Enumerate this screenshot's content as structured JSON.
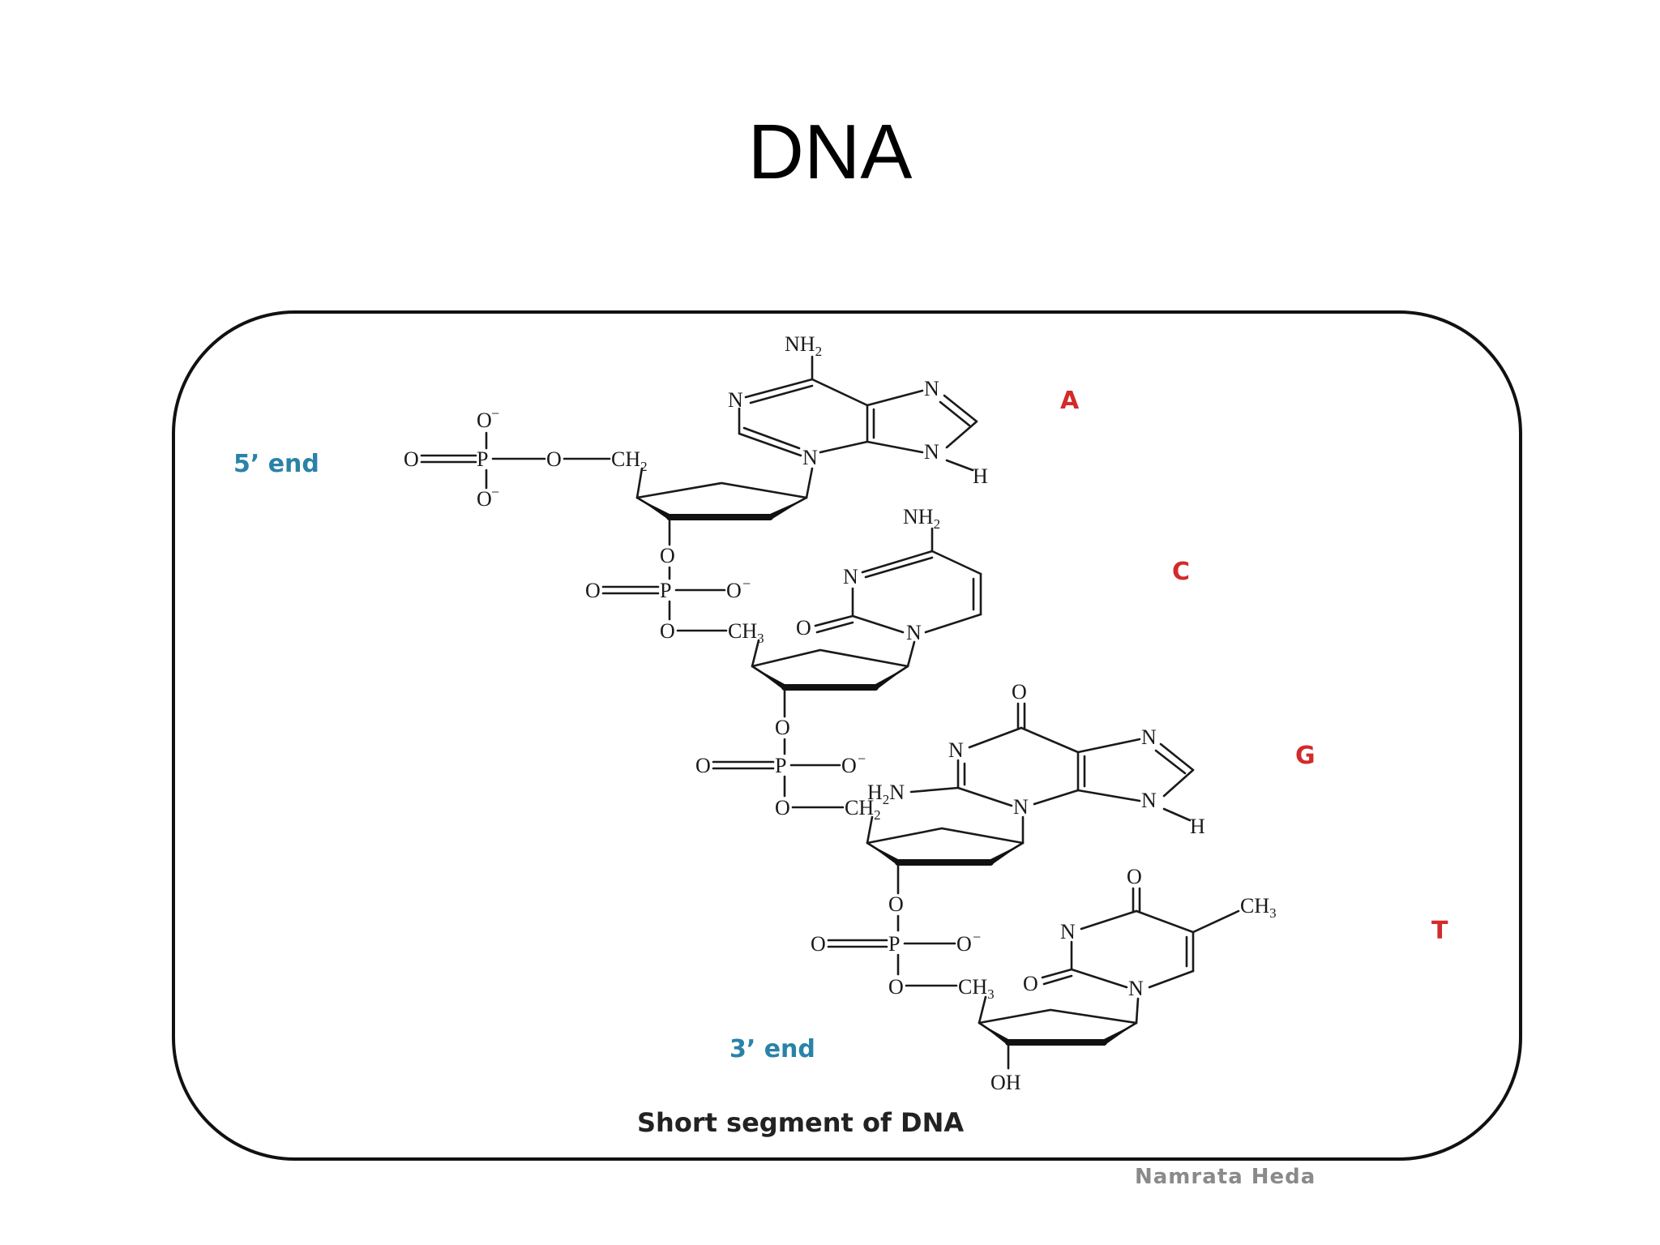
{
  "slide": {
    "title": "DNA"
  },
  "diagram": {
    "caption": "Short segment of DNA",
    "credit": "Namrata Heda",
    "five_prime_label": "5’ end",
    "three_prime_label": "3’ end",
    "colors": {
      "end_label": "#2a82a8",
      "base_letter": "#d32a2a",
      "frame": "#111111"
    },
    "bases": {
      "adenine": {
        "letter": "A"
      },
      "cytosine": {
        "letter": "C"
      },
      "guanine": {
        "letter": "G"
      },
      "thymine": {
        "letter": "T"
      }
    },
    "atoms": {
      "O": "O",
      "P": "P",
      "N": "N",
      "H": "H",
      "NH": "NH",
      "CH": "CH",
      "OH": "OH",
      "minus": "−",
      "sub2": "2",
      "sub3": "3"
    }
  }
}
